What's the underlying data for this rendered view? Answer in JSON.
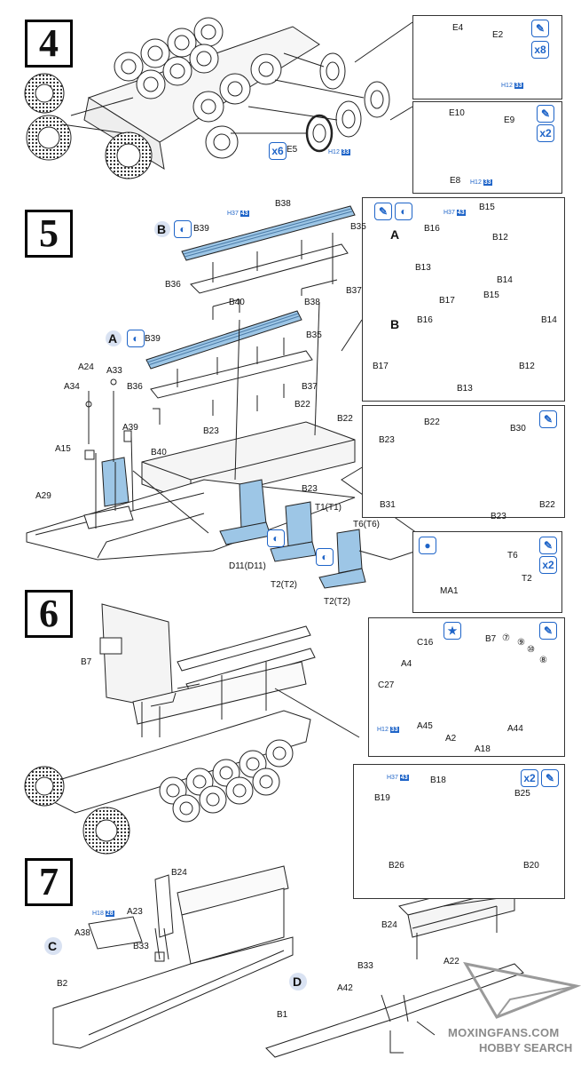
{
  "steps": {
    "s4": "4",
    "s5": "5",
    "s6": "6",
    "s7": "7"
  },
  "labels": {
    "E4": "E4",
    "E2": "E2",
    "x8": "x8",
    "E10": "E10",
    "E9": "E9",
    "x2a": "x2",
    "E8": "E8",
    "x6": "x6",
    "E5": "E5",
    "B": "B",
    "B39a": "B39",
    "B38a": "B38",
    "B35a": "B35",
    "B36a": "B36",
    "B37a": "B37",
    "B40a": "B40",
    "B38b": "B38",
    "A": "A",
    "B39b": "B39",
    "B35b": "B35",
    "B36b": "B36",
    "B37b": "B37",
    "B22a": "B22",
    "B23a": "B23",
    "B40b": "B40",
    "B22b": "B22",
    "B23b": "B23",
    "A24": "A24",
    "A33": "A33",
    "A34": "A34",
    "A39": "A39",
    "A15": "A15",
    "A29": "A29",
    "D11": "D11(D11)",
    "T1": "T1(T1)",
    "T6main": "T6(T6)",
    "T2a": "T2(T2)",
    "T2b": "T2(T2)",
    "iA": "A",
    "iB16a": "B16",
    "iB15a": "B15",
    "iB12a": "B12",
    "iB13a": "B13",
    "iB14a": "B14",
    "iB17a": "B17",
    "iB": "B",
    "iB16b": "B16",
    "iB15b": "B15",
    "iB14b": "B14",
    "iB17b": "B17",
    "iB12b": "B12",
    "iB13b": "B13",
    "iB22": "B22",
    "iB23a": "B23",
    "iB30": "B30",
    "iB31": "B31",
    "iB23b": "B23",
    "iB22b": "B22",
    "MA1": "MA1",
    "T6": "T6",
    "T2": "T2",
    "x2b": "x2",
    "B7main": "B7",
    "C16": "C16",
    "B7": "B7",
    "A4": "A4",
    "C27": "C27",
    "A45": "A45",
    "A2": "A2",
    "A44": "A44",
    "A18": "A18",
    "n7": "⑦",
    "n9": "⑨",
    "n10": "⑩",
    "n8": "⑧",
    "B18": "B18",
    "B19": "B19",
    "B25": "B25",
    "B26": "B26",
    "B20": "B20",
    "x2c": "x2",
    "B24a": "B24",
    "A23": "A23",
    "A38": "A38",
    "B33a": "B33",
    "C": "C",
    "B2": "B2",
    "D": "D",
    "B24b": "B24",
    "B33b": "B33",
    "A22": "A22",
    "A42": "A42",
    "B1": "B1"
  },
  "paint_refs": {
    "h12a": "H12",
    "h12a_num": "33",
    "h12b": "H12",
    "h12b_num": "33",
    "h12c": "H12",
    "h12c_num": "33",
    "h37a": "H37",
    "h37a_num": "43",
    "h37b": "H37",
    "h37b_num": "43",
    "h12d": "H12",
    "h12d_num": "33",
    "h37c": "H37",
    "h37c_num": "43",
    "h18": "H18",
    "h18_num": "28"
  },
  "watermark": {
    "line1": "MOXINGFANS.COM",
    "line2": "HOBBY SEARCH"
  },
  "colors": {
    "accent_blue": "#1e64c8",
    "bench_blue": "#9dc6e6",
    "line": "#222222"
  }
}
